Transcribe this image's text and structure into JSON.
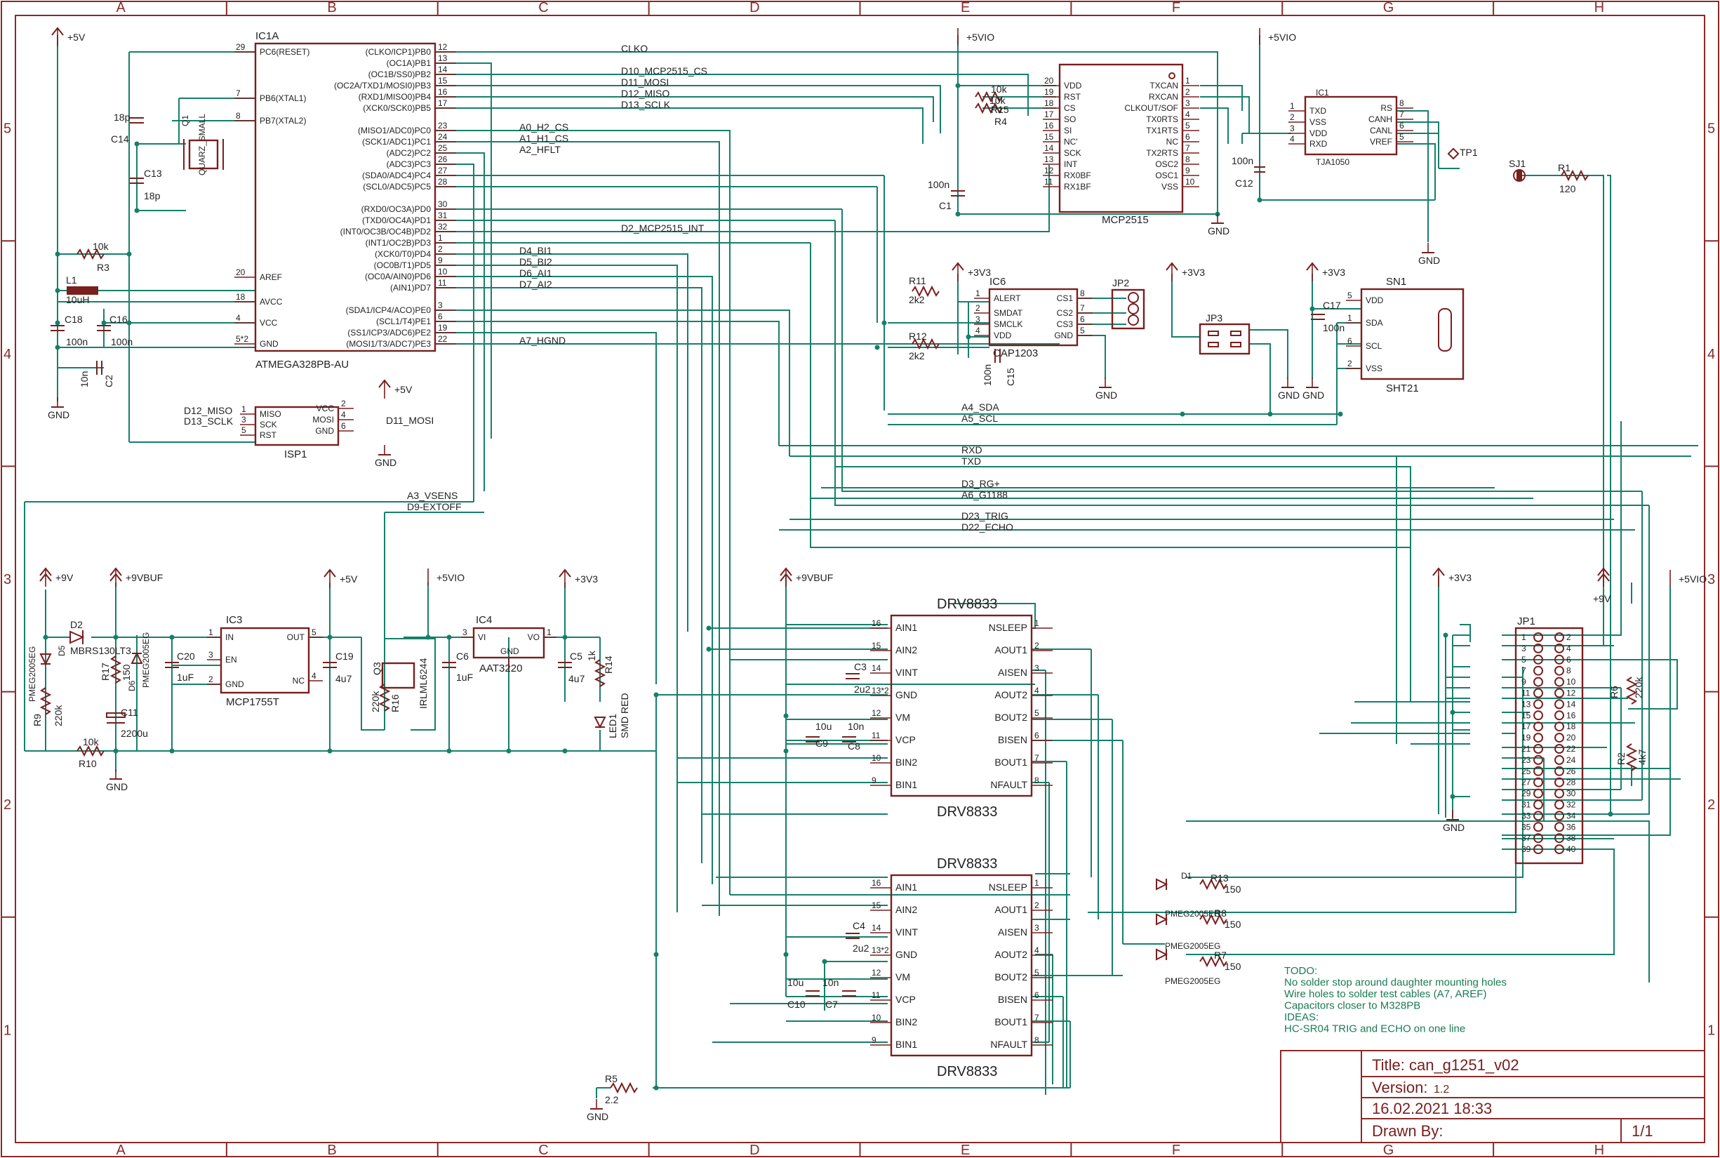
{
  "frame": {
    "columns": [
      "A",
      "B",
      "C",
      "D",
      "E",
      "F",
      "G",
      "H"
    ],
    "rows": [
      "5",
      "4",
      "3",
      "2",
      "1"
    ]
  },
  "power": {
    "p5v": "+5V",
    "p5vio": "+5VIO",
    "p3v3": "+3V3",
    "p9v": "+9V",
    "p9vbuf": "+9VBUF",
    "gnd": "GND"
  },
  "mcu": {
    "ref": "IC1A",
    "value": "ATMEGA328PB-AU",
    "left_pins": [
      {
        "num": "29",
        "name": "PC6(RESET)"
      },
      {
        "num": "7",
        "name": "PB6(XTAL1)"
      },
      {
        "num": "8",
        "name": "PB7(XTAL2)"
      },
      {
        "num": "20",
        "name": "AREF"
      },
      {
        "num": "18",
        "name": "AVCC"
      },
      {
        "num": "4",
        "name": "VCC"
      },
      {
        "num": "5*2",
        "name": "GND"
      }
    ],
    "right_pins": [
      {
        "num": "12",
        "name": "(CLKO/ICP1)PB0"
      },
      {
        "num": "13",
        "name": "(OC1A)PB1"
      },
      {
        "num": "14",
        "name": "(OC1B/SS0)PB2"
      },
      {
        "num": "15",
        "name": "(OC2A/TXD1/MOSI0)PB3"
      },
      {
        "num": "16",
        "name": "(RXD1/MISO0)PB4"
      },
      {
        "num": "17",
        "name": "(XCK0/SCK0)PB5"
      },
      {
        "num": "23",
        "name": "(MISO1/ADC0)PC0"
      },
      {
        "num": "24",
        "name": "(SCK1/ADC1)PC1"
      },
      {
        "num": "25",
        "name": "(ADC2)PC2"
      },
      {
        "num": "26",
        "name": "(ADC3)PC3"
      },
      {
        "num": "27",
        "name": "(SDA0/ADC4)PC4"
      },
      {
        "num": "28",
        "name": "(SCL0/ADC5)PC5"
      },
      {
        "num": "30",
        "name": "(RXD0/OC3A)PD0"
      },
      {
        "num": "31",
        "name": "(TXD0/OC4A)PD1"
      },
      {
        "num": "32",
        "name": "(INT0/OC3B/OC4B)PD2"
      },
      {
        "num": "1",
        "name": "(INT1/OC2B)PD3"
      },
      {
        "num": "2",
        "name": "(XCK0/T0)PD4"
      },
      {
        "num": "9",
        "name": "(OC0B/T1)PD5"
      },
      {
        "num": "10",
        "name": "(OC0A/AIN0)PD6"
      },
      {
        "num": "11",
        "name": "(AIN1)PD7"
      },
      {
        "num": "3",
        "name": "(SDA1/ICP4/ACO)PE0"
      },
      {
        "num": "6",
        "name": "(SCL1/T4)PE1"
      },
      {
        "num": "19",
        "name": "(SS1/ICP3/ADC6)PE2"
      },
      {
        "num": "22",
        "name": "(MOSI1/T3/ADC7)PE3"
      }
    ]
  },
  "nets": {
    "clko": "CLKO",
    "d10": "D10_MCP2515_CS",
    "d11": "D11_MOSI",
    "d12": "D12_MISO",
    "d13": "D13_SCLK",
    "a0": "A0_H2_CS",
    "a1": "A1_H1_CS",
    "a2": "A2_HFLT",
    "d2": "D2_MCP2515_INT",
    "d4": "D4_BI1",
    "d5": "D5_BI2",
    "d6": "D6_AI1",
    "d7": "D7_AI2",
    "a7": "A7_HGND",
    "a4": "A4_SDA",
    "a5": "A5_SCL",
    "rxd": "RXD",
    "txd": "TXD",
    "d3": "D3_RG+",
    "a6": "A6_G1188",
    "d23": "D23_TRIG",
    "d22": "D22_ECHO",
    "a3": "A3_VSENS",
    "d9": "D9-EXTOFF",
    "isp_miso": "D12_MISO",
    "isp_sclk": "D13_SCLK",
    "isp_mosi": "D11_MOSI"
  },
  "mcp2515": {
    "value": "MCP2515",
    "left": [
      {
        "num": "20",
        "name": "VDD"
      },
      {
        "num": "19",
        "name": "RST"
      },
      {
        "num": "18",
        "name": "CS"
      },
      {
        "num": "17",
        "name": "SO"
      },
      {
        "num": "16",
        "name": "SI"
      },
      {
        "num": "15",
        "name": "NC'"
      },
      {
        "num": "14",
        "name": "SCK"
      },
      {
        "num": "13",
        "name": "INT"
      },
      {
        "num": "12",
        "name": "RX0BF"
      },
      {
        "num": "11",
        "name": "RX1BF"
      }
    ],
    "right": [
      {
        "num": "1",
        "name": "TXCAN"
      },
      {
        "num": "2",
        "name": "RXCAN"
      },
      {
        "num": "3",
        "name": "CLKOUT/SOF"
      },
      {
        "num": "4",
        "name": "TX0RTS"
      },
      {
        "num": "5",
        "name": "TX1RTS"
      },
      {
        "num": "6",
        "name": "NC"
      },
      {
        "num": "7",
        "name": "TX2RTS"
      },
      {
        "num": "8",
        "name": "OSC2"
      },
      {
        "num": "9",
        "name": "OSC1"
      },
      {
        "num": "10",
        "name": "VSS"
      }
    ]
  },
  "tja": {
    "ref": "IC1",
    "value": "TJA1050",
    "left": [
      {
        "num": "1",
        "name": "TXD"
      },
      {
        "num": "2",
        "name": "VSS"
      },
      {
        "num": "3",
        "name": "VDD"
      },
      {
        "num": "4",
        "name": "RXD"
      }
    ],
    "right": [
      {
        "num": "8",
        "name": "RS"
      },
      {
        "num": "7",
        "name": "CANH"
      },
      {
        "num": "6",
        "name": "CANL"
      },
      {
        "num": "5",
        "name": "VREF"
      }
    ]
  },
  "ic6": {
    "ref": "IC6",
    "value": "CAP1203",
    "left": [
      {
        "num": "1",
        "name": "ALERT"
      },
      {
        "num": "2",
        "name": "SMDAT"
      },
      {
        "num": "3",
        "name": "SMCLK"
      },
      {
        "num": "4",
        "name": "VDD"
      }
    ],
    "right": [
      {
        "num": "8",
        "name": "CS1"
      },
      {
        "num": "7",
        "name": "CS2"
      },
      {
        "num": "6",
        "name": "CS3"
      },
      {
        "num": "5",
        "name": "GND"
      }
    ]
  },
  "sht": {
    "ref": "SN1",
    "value": "SHT21",
    "pins": [
      {
        "num": "5",
        "name": "VDD"
      },
      {
        "num": "1",
        "name": "SDA"
      },
      {
        "num": "6",
        "name": "SCL"
      },
      {
        "num": "2",
        "name": "VSS"
      }
    ]
  },
  "isp": {
    "ref": "ISP1",
    "left": [
      {
        "num": "1",
        "name": "MISO"
      },
      {
        "num": "3",
        "name": "SCK"
      },
      {
        "num": "5",
        "name": "RST"
      }
    ],
    "right": [
      {
        "num": "2",
        "name": "VCC"
      },
      {
        "num": "4",
        "name": "MOSI"
      },
      {
        "num": "6",
        "name": "GND"
      }
    ]
  },
  "ic3": {
    "ref": "IC3",
    "value": "MCP1755T",
    "left": [
      {
        "num": "1",
        "name": "IN"
      },
      {
        "num": "3",
        "name": "EN"
      },
      {
        "num": "2",
        "name": "GND"
      }
    ],
    "right": [
      {
        "num": "5",
        "name": "OUT"
      },
      {
        "num": "4",
        "name": "NC"
      }
    ]
  },
  "ic4": {
    "ref": "IC4",
    "value": "AAT3220",
    "pins": [
      {
        "num": "3",
        "name": "VI"
      },
      {
        "num": "1",
        "name": "VO"
      },
      {
        "num": "",
        "name": "GND"
      }
    ]
  },
  "drv": {
    "value": "DRV8833",
    "left": [
      {
        "num": "16",
        "name": "AIN1"
      },
      {
        "num": "15",
        "name": "AIN2"
      },
      {
        "num": "14",
        "name": "VINT"
      },
      {
        "num": "13*2",
        "name": "GND"
      },
      {
        "num": "12",
        "name": "VM"
      },
      {
        "num": "11",
        "name": "VCP"
      },
      {
        "num": "10",
        "name": "BIN2"
      },
      {
        "num": "9",
        "name": "BIN1"
      }
    ],
    "right": [
      {
        "num": "1",
        "name": "NSLEEP"
      },
      {
        "num": "2",
        "name": "AOUT1"
      },
      {
        "num": "3",
        "name": "AISEN"
      },
      {
        "num": "4",
        "name": "AOUT2"
      },
      {
        "num": "5",
        "name": "BOUT2"
      },
      {
        "num": "6",
        "name": "BISEN"
      },
      {
        "num": "7",
        "name": "BOUT1"
      },
      {
        "num": "8",
        "name": "NFAULT"
      }
    ]
  },
  "jp1": {
    "ref": "JP1",
    "odd": [
      "1",
      "3",
      "5",
      "7",
      "9",
      "11",
      "13",
      "15",
      "17",
      "19",
      "21",
      "23",
      "25",
      "27",
      "29",
      "31",
      "33",
      "35",
      "37",
      "39"
    ],
    "even": [
      "2",
      "4",
      "6",
      "8",
      "10",
      "12",
      "14",
      "16",
      "18",
      "20",
      "22",
      "24",
      "26",
      "28",
      "30",
      "32",
      "34",
      "36",
      "38",
      "40"
    ]
  },
  "parts": {
    "r3": "R3",
    "r3v": "10k",
    "l1": "L1",
    "l1v": "10uH",
    "c14": "C14",
    "c14v": "18p",
    "c13": "C13",
    "c13v": "18p",
    "q1": "Q1",
    "q1v": "QUARZ_SMALL",
    "c18": "C18",
    "c18v": "100n",
    "c16": "C16",
    "c16v": "100n",
    "c2": "C2",
    "c2v": "10n",
    "r4": "R4",
    "r4v": "10k",
    "r15": "R15",
    "r15v": "10k",
    "c1": "C1",
    "c1v": "100n",
    "c12": "C12",
    "c12v": "100n",
    "tp1": "TP1",
    "sj1": "SJ1",
    "r1": "R1",
    "r1v": "120",
    "r11": "R11",
    "r11v": "2k2",
    "r12": "R12",
    "r12v": "2k2",
    "c15": "C15",
    "c15v": "100n",
    "jp2": "JP2",
    "jp3": "JP3",
    "c17": "C17",
    "c17v": "100n",
    "d2": "D2",
    "d2v": "MBRS130LT3",
    "d5": "D5",
    "d5v": "PMEG2005EG",
    "d6": "D6",
    "d6v": "PMEG2005EG",
    "r9": "R9",
    "r9v": "220k",
    "r17": "R17",
    "r17v": "150",
    "c11": "C11",
    "c11v": "2200u",
    "r10": "R10",
    "r10v": "10k",
    "c20": "C20",
    "c20v": "1uF",
    "c19": "C19",
    "c19v": "4u7",
    "q3": "Q3",
    "q3v": "IRLML6244",
    "r16": "R16",
    "r16v": "220k",
    "c6": "C6",
    "c6v": "1uF",
    "c5": "C5",
    "c5v": "4u7",
    "r14": "R14",
    "r14v": "1k",
    "led1": "LED1",
    "led1v": "SMD RED",
    "c3": "C3",
    "c3v": "2u2",
    "c9": "C9",
    "c9v": "10u",
    "c8": "C8",
    "c8v": "10n",
    "c4": "C4",
    "c4v": "2u2",
    "c10": "C10",
    "c10v": "10u",
    "c7": "C7",
    "c7v": "10n",
    "r6": "R6",
    "r6v": "220k",
    "r2": "R2",
    "r2v": "4k7",
    "d1": "D1",
    "r13": "R13",
    "r13v": "150",
    "r8": "R8",
    "r8v": "150",
    "r7": "R7",
    "r7v": "150",
    "d3v": "PMEG2005EG",
    "d4v": "PMEG2005EG",
    "d7v": "PMEG2005EG",
    "r5": "R5",
    "r5v": "2.2"
  },
  "notes": [
    "TODO:",
    "No solder stop around daughter mounting holes",
    "Wire holes to solder test cables (A7, AREF)",
    "Capacitors closer to M328PB",
    "IDEAS:",
    "HC-SR04 TRIG and ECHO on one line"
  ],
  "titleblock": {
    "title": "Title: can_g1251_v02",
    "version_label": "Version:",
    "version": "1.2",
    "date": "16.02.2021 18:33",
    "drawn_by": "Drawn By:",
    "sheet": "1/1"
  }
}
